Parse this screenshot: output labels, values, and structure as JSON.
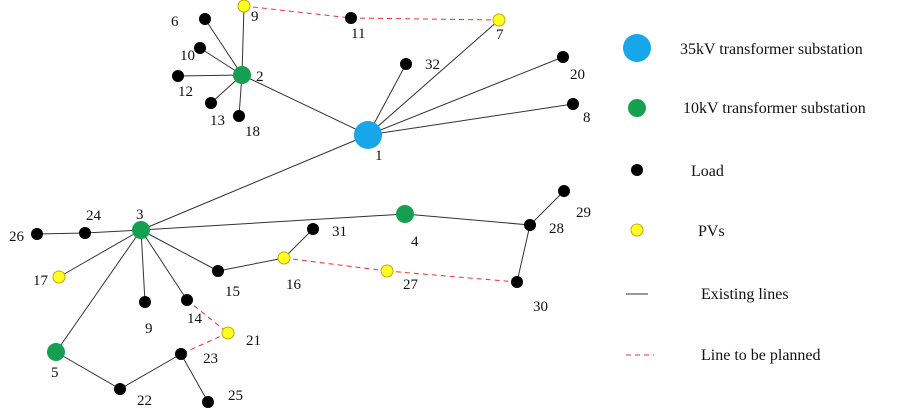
{
  "colors": {
    "substation_35kv": "#18a6ea",
    "substation_10kv": "#14a050",
    "load": "#000000",
    "pv": "#ffff22",
    "pv_stroke": "#c8a800",
    "existing_line": "#333333",
    "planned_line": "#ee3333"
  },
  "nodes": [
    {
      "id": "1",
      "type": "substation_35kv",
      "label": "1"
    },
    {
      "id": "2",
      "type": "substation_10kv",
      "label": "2"
    },
    {
      "id": "3",
      "type": "substation_10kv",
      "label": "3"
    },
    {
      "id": "4",
      "type": "substation_10kv",
      "label": "4"
    },
    {
      "id": "5",
      "type": "substation_10kv",
      "label": "5"
    },
    {
      "id": "6",
      "type": "load",
      "label": "6"
    },
    {
      "id": "7",
      "type": "pv",
      "label": "7"
    },
    {
      "id": "8",
      "type": "load",
      "label": "8"
    },
    {
      "id": "9a",
      "type": "pv",
      "label": "9"
    },
    {
      "id": "9b",
      "type": "load",
      "label": "9"
    },
    {
      "id": "10",
      "type": "load",
      "label": "10"
    },
    {
      "id": "11",
      "type": "load",
      "label": "11"
    },
    {
      "id": "12",
      "type": "load",
      "label": "12"
    },
    {
      "id": "13",
      "type": "load",
      "label": "13"
    },
    {
      "id": "14",
      "type": "load",
      "label": "14"
    },
    {
      "id": "15",
      "type": "load",
      "label": "15"
    },
    {
      "id": "16",
      "type": "pv",
      "label": "16"
    },
    {
      "id": "17",
      "type": "pv",
      "label": "17"
    },
    {
      "id": "18",
      "type": "load",
      "label": "18"
    },
    {
      "id": "20",
      "type": "load",
      "label": "20"
    },
    {
      "id": "21",
      "type": "pv",
      "label": "21"
    },
    {
      "id": "22",
      "type": "load",
      "label": "22"
    },
    {
      "id": "23",
      "type": "load",
      "label": "23"
    },
    {
      "id": "24",
      "type": "load",
      "label": "24"
    },
    {
      "id": "25",
      "type": "load",
      "label": "25"
    },
    {
      "id": "26",
      "type": "load",
      "label": "26"
    },
    {
      "id": "27",
      "type": "pv",
      "label": "27"
    },
    {
      "id": "28",
      "type": "load",
      "label": "28"
    },
    {
      "id": "29",
      "type": "load",
      "label": "29"
    },
    {
      "id": "30",
      "type": "load",
      "label": "30"
    },
    {
      "id": "31",
      "type": "load",
      "label": "31"
    },
    {
      "id": "32",
      "type": "load",
      "label": "32"
    }
  ],
  "edges_existing": [
    [
      "2",
      "6"
    ],
    [
      "2",
      "9a"
    ],
    [
      "2",
      "10"
    ],
    [
      "2",
      "12"
    ],
    [
      "2",
      "13"
    ],
    [
      "2",
      "18"
    ],
    [
      "2",
      "1"
    ],
    [
      "1",
      "32"
    ],
    [
      "1",
      "7"
    ],
    [
      "1",
      "20"
    ],
    [
      "1",
      "8"
    ],
    [
      "1",
      "3"
    ],
    [
      "3",
      "24"
    ],
    [
      "24",
      "26"
    ],
    [
      "3",
      "17"
    ],
    [
      "3",
      "5"
    ],
    [
      "3",
      "9b"
    ],
    [
      "3",
      "14"
    ],
    [
      "3",
      "15"
    ],
    [
      "3",
      "4"
    ],
    [
      "15",
      "16"
    ],
    [
      "16",
      "31"
    ],
    [
      "4",
      "28"
    ],
    [
      "28",
      "29"
    ],
    [
      "28",
      "30"
    ],
    [
      "5",
      "22"
    ],
    [
      "22",
      "23"
    ],
    [
      "23",
      "25"
    ]
  ],
  "edges_planned": [
    [
      "9a",
      "11"
    ],
    [
      "11",
      "7"
    ],
    [
      "16",
      "27"
    ],
    [
      "27",
      "30"
    ],
    [
      "14",
      "21"
    ],
    [
      "21",
      "23"
    ]
  ],
  "legend": [
    {
      "symbol": "substation_35kv",
      "label": "35kV transformer substation"
    },
    {
      "symbol": "substation_10kv",
      "label": "10kV transformer substation"
    },
    {
      "symbol": "load",
      "label": "Load"
    },
    {
      "symbol": "pv",
      "label": "PVs"
    },
    {
      "symbol": "existing_line",
      "label": "Existing lines"
    },
    {
      "symbol": "planned_line",
      "label": "Line to be planned"
    }
  ]
}
